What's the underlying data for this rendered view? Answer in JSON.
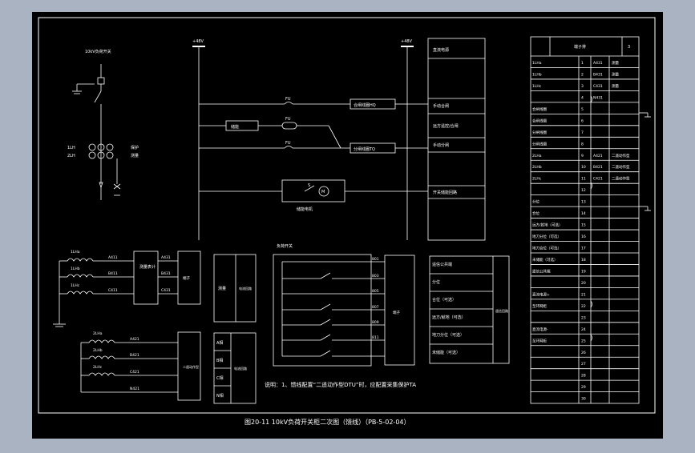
{
  "colors": {
    "outer_background": "#a9b3c1",
    "sheet": "#000000",
    "lines": "#ffffff"
  },
  "caption": "图20-11 10kV负荷开关柜二次图（馈线）（PB-5-02-04）",
  "note": "说明：1、馈线配置“二遥动作型DTU”时，应配置采集保护TA",
  "primary": {
    "title": "10kV负荷开关",
    "ct_left_labels": [
      "1LH",
      "2LH"
    ],
    "ct_right_label": "保护",
    "ct_right_label2": "测量"
  },
  "control_circuit": {
    "bus_left_label": "+48V",
    "bus_right_label": "+48V",
    "fuse1_label": "FU",
    "fuse2_label": "FU",
    "fuse3_label": "FU",
    "close_coil_label": "合闸线圈HQ",
    "trip_coil_label": "分闸线圈TQ",
    "relay_label": "储能",
    "motor_label": "M",
    "motor_caption": "储能电机",
    "motor_switch_label": "S"
  },
  "function_table": {
    "rows": [
      "直流电源",
      "",
      "手动合闸",
      "远方遥控/合闸",
      "手动分闸",
      "",
      "开关储能回路",
      ""
    ]
  },
  "terminal_table": {
    "header": "端子排",
    "header_num": "3",
    "rows": [
      {
        "name": "1LHa",
        "num": "1",
        "tag": "A431",
        "desc": "测量"
      },
      {
        "name": "1LHb",
        "num": "2",
        "tag": "B431",
        "desc": "测量"
      },
      {
        "name": "1LHc",
        "num": "3",
        "tag": "C431",
        "desc": "测量"
      },
      {
        "name": "",
        "num": "4",
        "tag": "N431",
        "desc": ""
      },
      {
        "name": "合闸线圈",
        "num": "5",
        "tag": "",
        "desc": ""
      },
      {
        "name": "合闸线圈",
        "num": "6",
        "tag": "",
        "desc": ""
      },
      {
        "name": "分闸线圈",
        "num": "7",
        "tag": "",
        "desc": ""
      },
      {
        "name": "分闸线圈",
        "num": "8",
        "tag": "",
        "desc": ""
      },
      {
        "name": "2LHa",
        "num": "9",
        "tag": "A421",
        "desc": "二遥动作型"
      },
      {
        "name": "2LHb",
        "num": "10",
        "tag": "B421",
        "desc": "二遥动作型"
      },
      {
        "name": "2LHc",
        "num": "11",
        "tag": "C421",
        "desc": "二遥动作型"
      },
      {
        "name": "",
        "num": "12",
        "tag": "",
        "desc": ""
      },
      {
        "name": "分位",
        "num": "13",
        "tag": "",
        "desc": ""
      },
      {
        "name": "合位",
        "num": "14",
        "tag": "",
        "desc": ""
      },
      {
        "name": "远方/就地（可选）",
        "num": "15",
        "tag": "",
        "desc": ""
      },
      {
        "name": "地刀分位（可选）",
        "num": "16",
        "tag": "",
        "desc": ""
      },
      {
        "name": "地刀合位（可选）",
        "num": "17",
        "tag": "",
        "desc": ""
      },
      {
        "name": "未储能（可选）",
        "num": "18",
        "tag": "",
        "desc": ""
      },
      {
        "name": "遥信公共端",
        "num": "19",
        "tag": "",
        "desc": ""
      },
      {
        "name": "",
        "num": "20",
        "tag": "",
        "desc": ""
      },
      {
        "name": "直流电源+",
        "num": "21",
        "tag": "",
        "desc": ""
      },
      {
        "name": "至环网柜",
        "num": "22",
        "tag": "",
        "desc": ""
      },
      {
        "name": "",
        "num": "23",
        "tag": "",
        "desc": ""
      },
      {
        "name": "直流电源-",
        "num": "24",
        "tag": "",
        "desc": ""
      },
      {
        "name": "至环网柜",
        "num": "25",
        "tag": "",
        "desc": ""
      },
      {
        "name": "",
        "num": "26",
        "tag": "",
        "desc": ""
      },
      {
        "name": "",
        "num": "27",
        "tag": "",
        "desc": ""
      },
      {
        "name": "",
        "num": "28",
        "tag": "",
        "desc": ""
      },
      {
        "name": "",
        "num": "29",
        "tag": "",
        "desc": ""
      },
      {
        "name": "",
        "num": "30",
        "tag": "",
        "desc": ""
      }
    ]
  },
  "ct_circuit_1": {
    "ct_labels": [
      "1LHa",
      "1LHb",
      "1LHc"
    ],
    "wire_labels": [
      "A411",
      "B411",
      "C411"
    ],
    "box_label": "测量表计",
    "out_labels": [
      "A431",
      "B431",
      "C431"
    ],
    "terminal_label": "端子"
  },
  "ct_circuit_2": {
    "ct_labels": [
      "2LHa",
      "2LHb",
      "2LHc"
    ],
    "wire_labels": [
      "A421",
      "B421",
      "C421",
      "N421"
    ],
    "box_label": "二遥动作型"
  },
  "meter_block": {
    "left": "测量",
    "right": "电流回路"
  },
  "phase_block": {
    "labels": [
      "A相",
      "B相",
      "C相",
      "N相"
    ],
    "right": "电流回路"
  },
  "switch_block": {
    "title": "负荷开关",
    "contact_labels": [
      "801",
      "803",
      "805",
      "807",
      "809",
      "811"
    ],
    "terminal_label": "端子"
  },
  "signal_table": {
    "rows": [
      "遥信公共端",
      "分位",
      "合位（可选）",
      "远方/就地（可选）",
      "地刀分位（可选）",
      "未储能（可选）"
    ],
    "side_label": "遥信回路"
  }
}
